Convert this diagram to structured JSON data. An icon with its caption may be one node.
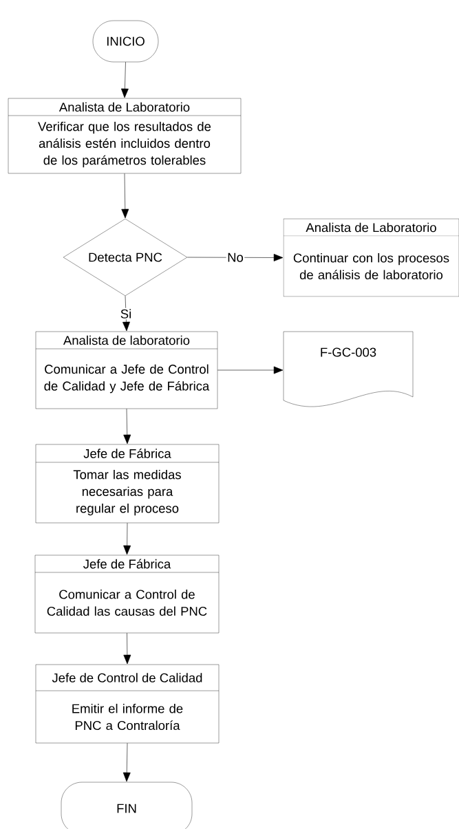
{
  "diagram": {
    "nodes": [
      {
        "text": [
          "INICIO"
        ]
      },
      {
        "text": [
          "Analista de Laboratorio",
          "Verificar que los resultados de análisis estén incluidos dentro de los parámetros tolerables"
        ]
      },
      {
        "text": [
          "Detecta PNC"
        ]
      },
      {
        "text": [
          "Analista de Laboratorio",
          "Continuar con los procesos de análisis de laboratorio"
        ]
      },
      {
        "text": [
          "Analista de laboratorio",
          "Comunicar a Jefe de Control de Calidad y Jefe de Fábrica"
        ]
      },
      {
        "text": [
          "F-GC-003"
        ]
      },
      {
        "text": [
          "Jefe de Fábrica",
          "Tomar las medidas necesarias para regular el proceso"
        ]
      },
      {
        "text": [
          "Jefe de Fábrica",
          "Comunicar a Control de Calidad las causas del PNC"
        ]
      },
      {
        "text": [
          "Jefe de Control de Calidad",
          "Emitir el informe de PNC a Contraloría"
        ]
      },
      {
        "text": [
          "FIN"
        ]
      }
    ],
    "edges": [
      {
        "from": 0,
        "to": 1,
        "arrow": "to"
      },
      {
        "from": 1,
        "to": 2,
        "arrow": "to"
      },
      {
        "from": 2,
        "to": 3,
        "arrow": "to",
        "label": "No"
      },
      {
        "from": 2,
        "to": 4,
        "arrow": "to",
        "label": "Si"
      },
      {
        "from": 4,
        "to": 5,
        "arrow": "to"
      },
      {
        "from": 4,
        "to": 6,
        "arrow": "to"
      },
      {
        "from": 6,
        "to": 7,
        "arrow": "to"
      },
      {
        "from": 7,
        "to": 8,
        "arrow": "to"
      },
      {
        "from": 8,
        "to": 9,
        "arrow": "to"
      }
    ]
  }
}
